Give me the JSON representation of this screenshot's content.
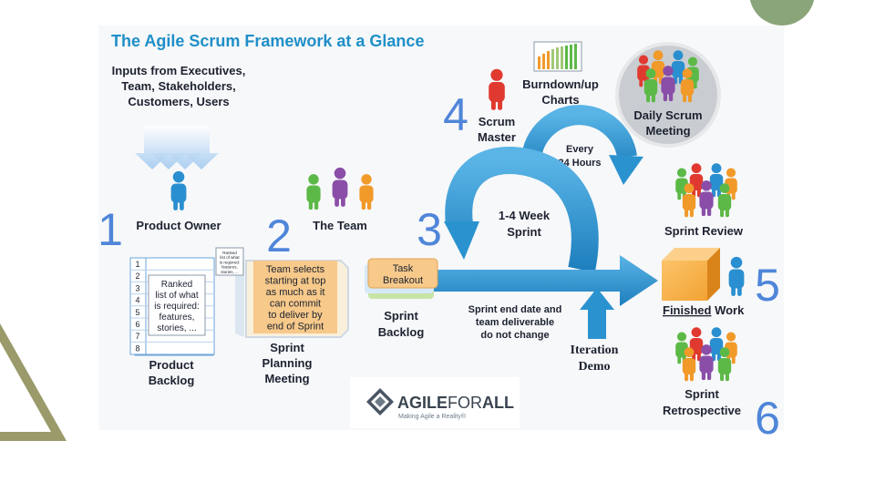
{
  "title": "The Agile Scrum Framework at a Glance",
  "inputs": {
    "line1": "Inputs from Executives,",
    "line2": "Team, Stakeholders,",
    "line3": "Customers, Users"
  },
  "product_owner": {
    "label": "Product Owner"
  },
  "team": {
    "label": "The Team"
  },
  "scrum_master": {
    "line1": "Scrum",
    "line2": "Master"
  },
  "burndown": {
    "line1": "Burndown/up",
    "line2": "Charts"
  },
  "daily_scrum": {
    "line1": "Daily Scrum",
    "line2": "Meeting"
  },
  "every24": {
    "line1": "Every",
    "line2": "24 Hours"
  },
  "sprint_loop": {
    "line1": "1-4 Week",
    "line2": "Sprint"
  },
  "sprint_review": {
    "label": "Sprint Review"
  },
  "finished": {
    "underlined": "Finished",
    "rest": " Work"
  },
  "retrospective": {
    "line1": "Sprint",
    "line2": "Retrospective"
  },
  "product_backlog": {
    "line1": "Product",
    "line2": "Backlog",
    "rows": [
      "1",
      "2",
      "3",
      "4",
      "5",
      "6",
      "7",
      "8"
    ],
    "note": [
      "Ranked",
      "list of what",
      "is required:",
      "features,",
      "stories, ..."
    ]
  },
  "planning_note": [
    "Team selects",
    "starting at top",
    "as much as it",
    "can commit",
    "to deliver by",
    "end of Sprint"
  ],
  "mini_note": [
    "Ranked",
    "list of what",
    "is required:",
    "features,",
    "stories, ..."
  ],
  "sprint_planning": {
    "line1": "Sprint",
    "line2": "Planning",
    "line3": "Meeting"
  },
  "task_breakout": {
    "line1": "Task",
    "line2": "Breakout"
  },
  "sprint_backlog": {
    "line1": "Sprint",
    "line2": "Backlog"
  },
  "sprint_end": {
    "line1": "Sprint end date and",
    "line2": "team deliverable",
    "line3": "do not change"
  },
  "iteration_demo": {
    "line1": "Iteration",
    "line2": "Demo"
  },
  "numbers": {
    "n1": "1",
    "n2": "2",
    "n3": "3",
    "n4": "4",
    "n5": "5",
    "n6": "6"
  },
  "logo": {
    "brand_a": "AGILE",
    "brand_b": "FOR",
    "brand_c": "ALL",
    "tagline": "Making Agile a Reality®"
  },
  "colors": {
    "title_blue": "#1f8fc8",
    "arrow_blue": "#2a93cf",
    "number_blue": "#4f86d9",
    "person_red": "#e03a30",
    "person_green": "#5cb947",
    "person_purple": "#8a4ea8",
    "person_orange": "#f19a2a",
    "person_blue": "#2a8fd0",
    "olive_accent": "#9a9a6a",
    "green_circle": "#8aa57a"
  }
}
